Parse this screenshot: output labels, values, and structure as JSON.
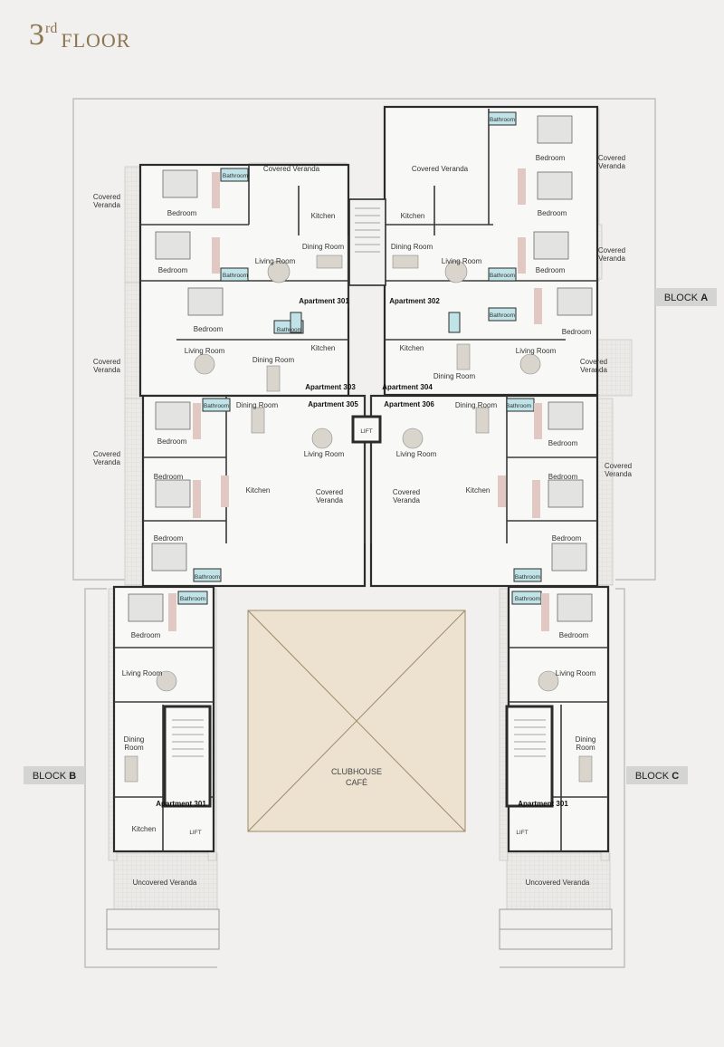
{
  "title": {
    "number": "3",
    "suffix": "rd",
    "word": "FLOOR"
  },
  "blocks": {
    "a": {
      "word": "BLOCK",
      "letter": "A"
    },
    "b": {
      "word": "BLOCK",
      "letter": "B"
    },
    "c": {
      "word": "BLOCK",
      "letter": "C"
    }
  },
  "clubhouse": {
    "line1": "CLUBHOUSE",
    "line2": "CAFÉ"
  },
  "lift": "LIFT",
  "apartments": {
    "a301": "Apartment 301",
    "a302": "Apartment 302",
    "a303": "Apartment 303",
    "a304": "Apartment 304",
    "a305": "Apartment 305",
    "a306": "Apartment 306",
    "b301": "Apartment 301",
    "c301": "Apartment 301"
  },
  "rooms": {
    "bedroom": "Bedroom",
    "bathroom": "Bathroom",
    "kitchen": "Kitchen",
    "living_room": "Living Room",
    "dining_room": "Dining Room",
    "dining": "Dining",
    "room": "Room",
    "covered": "Covered",
    "veranda": "Veranda",
    "covered_veranda": "Covered Veranda",
    "uncovered_veranda": "Uncovered Veranda"
  },
  "colors": {
    "wall": "#2b2b2b",
    "outline": "#bcbcbc",
    "floor": "#f7f7f5",
    "veranda_tile": "#e9e8e5",
    "bathroom": "#bfe3e6",
    "wardrobe": "#e2c8c3",
    "clubhouse": "#ece2cf",
    "block_label": "#d4d4d2",
    "title": "#8a7650"
  }
}
